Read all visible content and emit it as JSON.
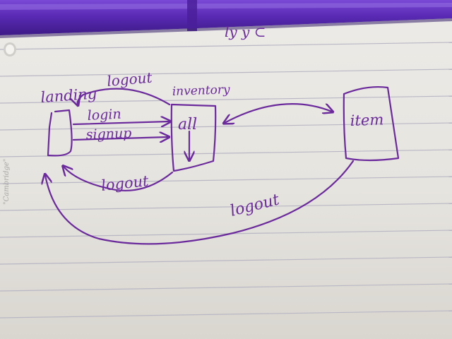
{
  "colors": {
    "ink": "#6b2a9c",
    "paper": "#ecebe7",
    "rule": "#b9b7c4",
    "marker_body": "#5a2ab5"
  },
  "header_scribble": "ly y ⊂",
  "brand_watermark": "\"Cambridge\"",
  "nodes": {
    "landing": {
      "label": "landing"
    },
    "inventory_all": {
      "title": "inventory",
      "label": "all"
    },
    "item": {
      "label": "item"
    }
  },
  "edges": {
    "login": "login",
    "signup": "signup",
    "logout_top": "logout",
    "logout_mid": "logout",
    "logout_bottom": "logout"
  }
}
